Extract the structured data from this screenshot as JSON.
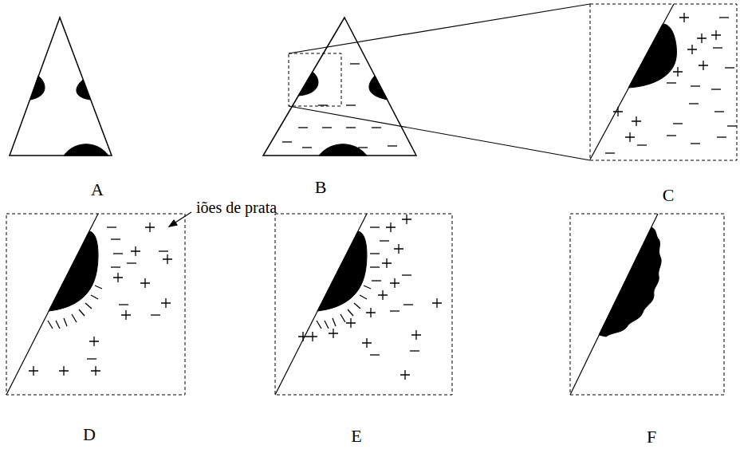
{
  "diagram": {
    "labels": [
      "A",
      "B",
      "C",
      "iões de prata",
      "D",
      "E",
      "F"
    ]
  }
}
